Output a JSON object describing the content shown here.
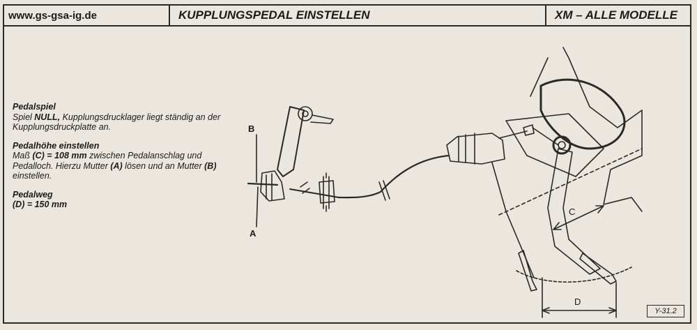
{
  "header": {
    "site": "www.gs-gsa-ig.de",
    "title": "KUPPLUNGSPEDAL EINSTELLEN",
    "model": "XM – ALLE MODELLE"
  },
  "sections": {
    "play": {
      "heading": "Pedalspiel",
      "pre": "Spiel ",
      "bold": "NULL,",
      "post": " Kupplungsdrucklager liegt ständig an der Kupplungsdruckplatte an."
    },
    "height": {
      "heading": "Pedalhöhe einstellen",
      "line_pre": "Maß ",
      "line_bold": "(C) = 108 mm",
      "line_mid": " zwischen Pedalanschlag und Pedalloch. Hierzu Mutter ",
      "nut_a": "(A)",
      "line_mid2": " lösen und an Mutter ",
      "nut_b": "(B)",
      "line_post": " einstellen."
    },
    "travel": {
      "heading": "Pedalweg",
      "value": "(D) = 150 mm"
    }
  },
  "diagram": {
    "callout_a": "A",
    "callout_b": "B",
    "dim_c": "C",
    "dim_d": "D"
  },
  "page_ref": "Y-31.2"
}
